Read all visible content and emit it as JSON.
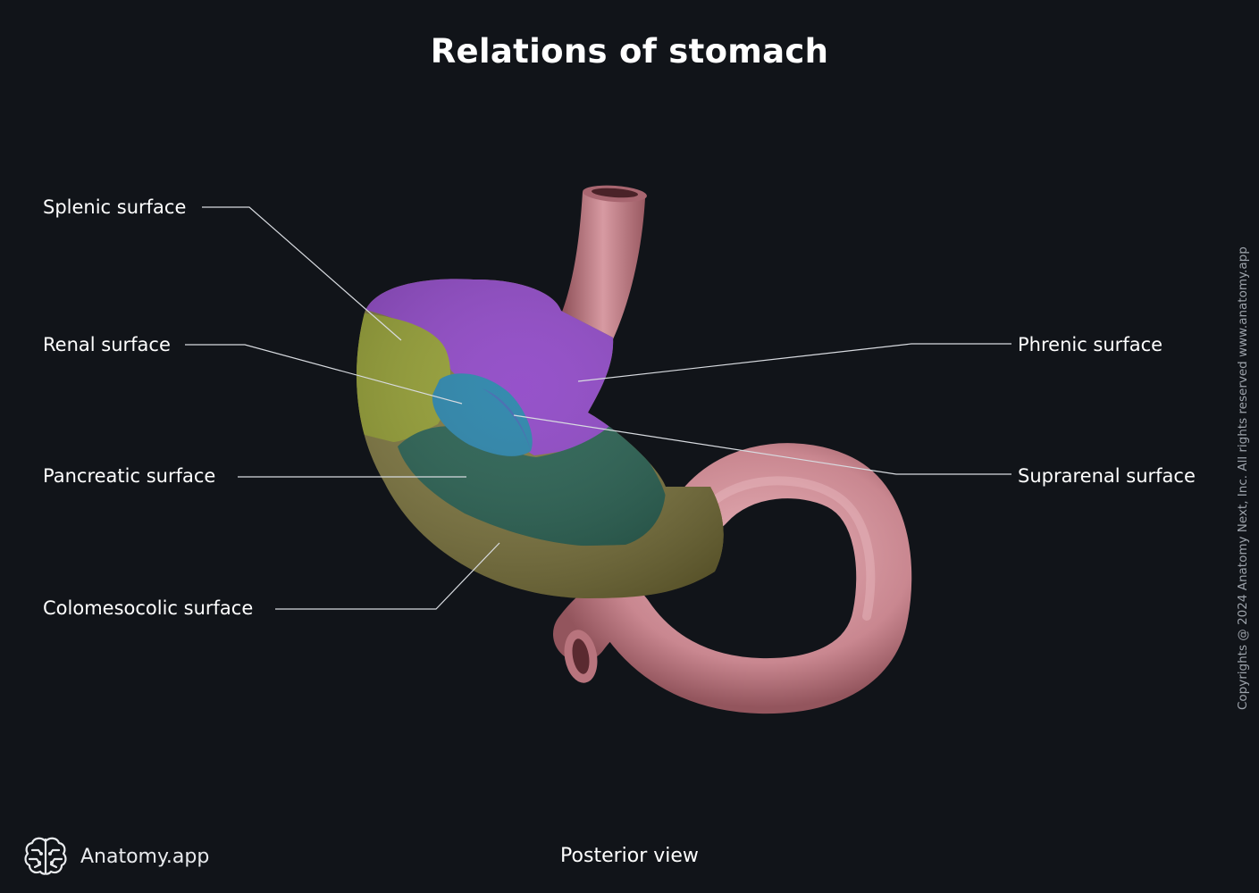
{
  "title": "Relations of stomach",
  "view_caption": "Posterior view",
  "brand": {
    "name": "Anatomy.app",
    "icon": "brain-icon"
  },
  "copyright": "Copyrights @ 2024 Anatomy Next, Inc. All rights reserved www.anatomy.app",
  "labels": {
    "splenic": "Splenic surface",
    "renal": "Renal surface",
    "pancreatic": "Pancreatic surface",
    "colomesocolic": "Colomesocolic surface",
    "phrenic": "Phrenic surface",
    "suprarenal": "Suprarenal surface"
  },
  "colors": {
    "background": "#111419",
    "splenic_region": "#8f9a2a",
    "phrenic_region": "#8a3fc4",
    "suprarenal_region": "#1f7ea6",
    "pancreatic_region": "#1f5a4a",
    "colomesocolic_region": "#7a7238",
    "esophagus_duodenum": "#c98790"
  }
}
